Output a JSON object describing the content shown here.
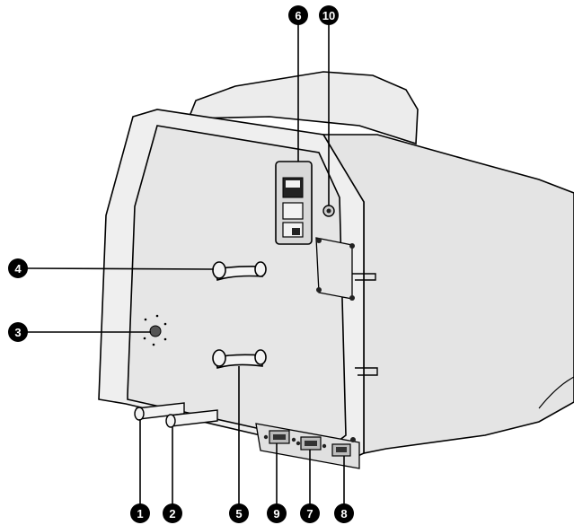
{
  "figure": {
    "callouts": [
      {
        "id": "1",
        "label": "1"
      },
      {
        "id": "2",
        "label": "2"
      },
      {
        "id": "3",
        "label": "3"
      },
      {
        "id": "4",
        "label": "4"
      },
      {
        "id": "5",
        "label": "5"
      },
      {
        "id": "6",
        "label": "6"
      },
      {
        "id": "7",
        "label": "7"
      },
      {
        "id": "8",
        "label": "8"
      },
      {
        "id": "9",
        "label": "9"
      },
      {
        "id": "10",
        "label": "10"
      }
    ]
  }
}
